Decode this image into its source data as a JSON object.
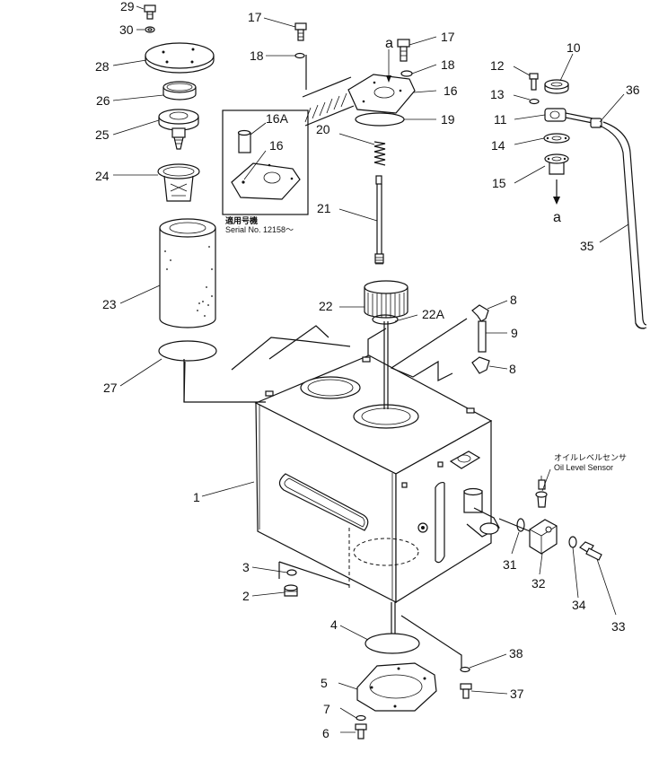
{
  "diagram": {
    "part_labels": [
      {
        "id": "29",
        "text": "29"
      },
      {
        "id": "30",
        "text": "30"
      },
      {
        "id": "28",
        "text": "28"
      },
      {
        "id": "26",
        "text": "26"
      },
      {
        "id": "25",
        "text": "25"
      },
      {
        "id": "24",
        "text": "24"
      },
      {
        "id": "23",
        "text": "23"
      },
      {
        "id": "27",
        "text": "27"
      },
      {
        "id": "1",
        "text": "1"
      },
      {
        "id": "3",
        "text": "3"
      },
      {
        "id": "2",
        "text": "2"
      },
      {
        "id": "17a",
        "text": "17"
      },
      {
        "id": "18a",
        "text": "18"
      },
      {
        "id": "16A",
        "text": "16A"
      },
      {
        "id": "16a",
        "text": "16"
      },
      {
        "id": "a1",
        "text": "a"
      },
      {
        "id": "17b",
        "text": "17"
      },
      {
        "id": "18b",
        "text": "18"
      },
      {
        "id": "16b",
        "text": "16"
      },
      {
        "id": "19",
        "text": "19"
      },
      {
        "id": "20",
        "text": "20"
      },
      {
        "id": "21",
        "text": "21"
      },
      {
        "id": "22",
        "text": "22"
      },
      {
        "id": "22A",
        "text": "22A"
      },
      {
        "id": "8a",
        "text": "8"
      },
      {
        "id": "9",
        "text": "9"
      },
      {
        "id": "8b",
        "text": "8"
      },
      {
        "id": "10",
        "text": "10"
      },
      {
        "id": "12",
        "text": "12"
      },
      {
        "id": "13",
        "text": "13"
      },
      {
        "id": "11",
        "text": "11"
      },
      {
        "id": "14",
        "text": "14"
      },
      {
        "id": "15",
        "text": "15"
      },
      {
        "id": "a2",
        "text": "a"
      },
      {
        "id": "36",
        "text": "36"
      },
      {
        "id": "35",
        "text": "35"
      },
      {
        "id": "31",
        "text": "31"
      },
      {
        "id": "32",
        "text": "32"
      },
      {
        "id": "34",
        "text": "34"
      },
      {
        "id": "33",
        "text": "33"
      },
      {
        "id": "4",
        "text": "4"
      },
      {
        "id": "5",
        "text": "5"
      },
      {
        "id": "7",
        "text": "7"
      },
      {
        "id": "6",
        "text": "6"
      },
      {
        "id": "38",
        "text": "38"
      },
      {
        "id": "37",
        "text": "37"
      }
    ],
    "serial_note": {
      "line1": "適用号機",
      "line2": "Serial No. 12158～"
    },
    "sensor_note": {
      "line1": "オイルレベルセンサ",
      "line2": "Oil Level Sensor"
    }
  }
}
